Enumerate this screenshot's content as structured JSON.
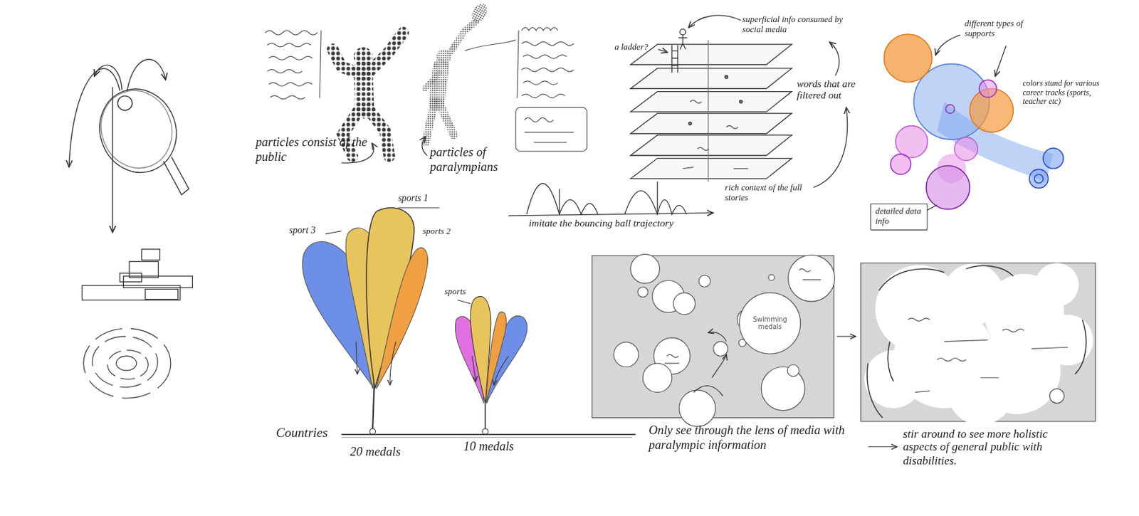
{
  "diagram": {
    "nodes": [
      {
        "text": [
          "detailed data info"
        ]
      },
      {
        "text": [
          "Swimming medals"
        ]
      }
    ],
    "labels": [
      "particles consist of the public",
      "particles of paralympians",
      "a ladder?",
      "superficial info consumed by social media",
      "words that are filtered out",
      "rich context of the full stories",
      "imitate the bouncing ball trajectory",
      "different types of supports",
      "colors stand for various career tracks (sports, teacher etc)",
      "sports 1",
      "sport 3",
      "sports 2",
      "sports",
      "Countries",
      "20 medals",
      "10 medals",
      "Only see through the lens of media with paralympic information",
      "stir around to see more holistic aspects of general public with disabilities."
    ]
  }
}
